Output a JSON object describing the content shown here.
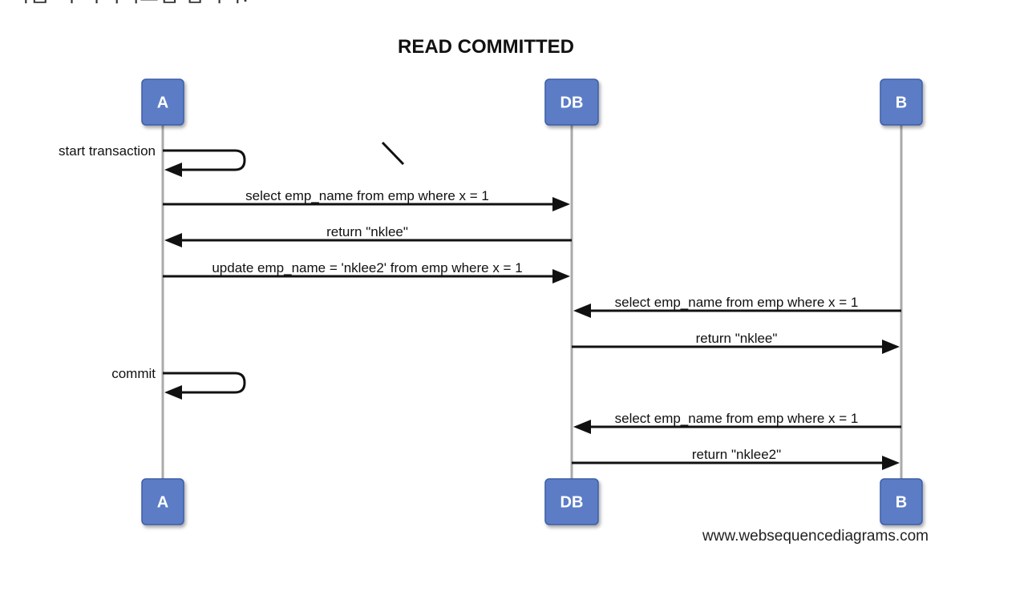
{
  "top_text": "다음 의 다이어그램 입니다.",
  "diagram": {
    "title": "READ COMMITTED",
    "participants": [
      {
        "id": "A",
        "label": "A"
      },
      {
        "id": "DB",
        "label": "DB"
      },
      {
        "id": "B",
        "label": "B"
      }
    ],
    "messages": [
      {
        "from": "A",
        "to": "A",
        "text": "start transaction",
        "kind": "self"
      },
      {
        "from": "A",
        "to": "DB",
        "text": "select emp_name from emp where x = 1",
        "kind": "call"
      },
      {
        "from": "DB",
        "to": "A",
        "text": "return \"nklee\"",
        "kind": "call"
      },
      {
        "from": "A",
        "to": "DB",
        "text": "update emp_name = 'nklee2' from emp where x = 1",
        "kind": "call"
      },
      {
        "from": "B",
        "to": "DB",
        "text": "select emp_name from emp where x = 1",
        "kind": "call"
      },
      {
        "from": "DB",
        "to": "B",
        "text": "return \"nklee\"",
        "kind": "call"
      },
      {
        "from": "A",
        "to": "A",
        "text": "commit",
        "kind": "self"
      },
      {
        "from": "B",
        "to": "DB",
        "text": "select emp_name from emp where x = 1",
        "kind": "call"
      },
      {
        "from": "DB",
        "to": "B",
        "text": "return \"nklee2\"",
        "kind": "call"
      }
    ],
    "footer": "www.websequencediagrams.com",
    "colors": {
      "participant_fill": "#5b7dc6",
      "participant_border": "#3d5da6",
      "lifeline": "#aaaaaa",
      "arrow": "#111111"
    }
  }
}
